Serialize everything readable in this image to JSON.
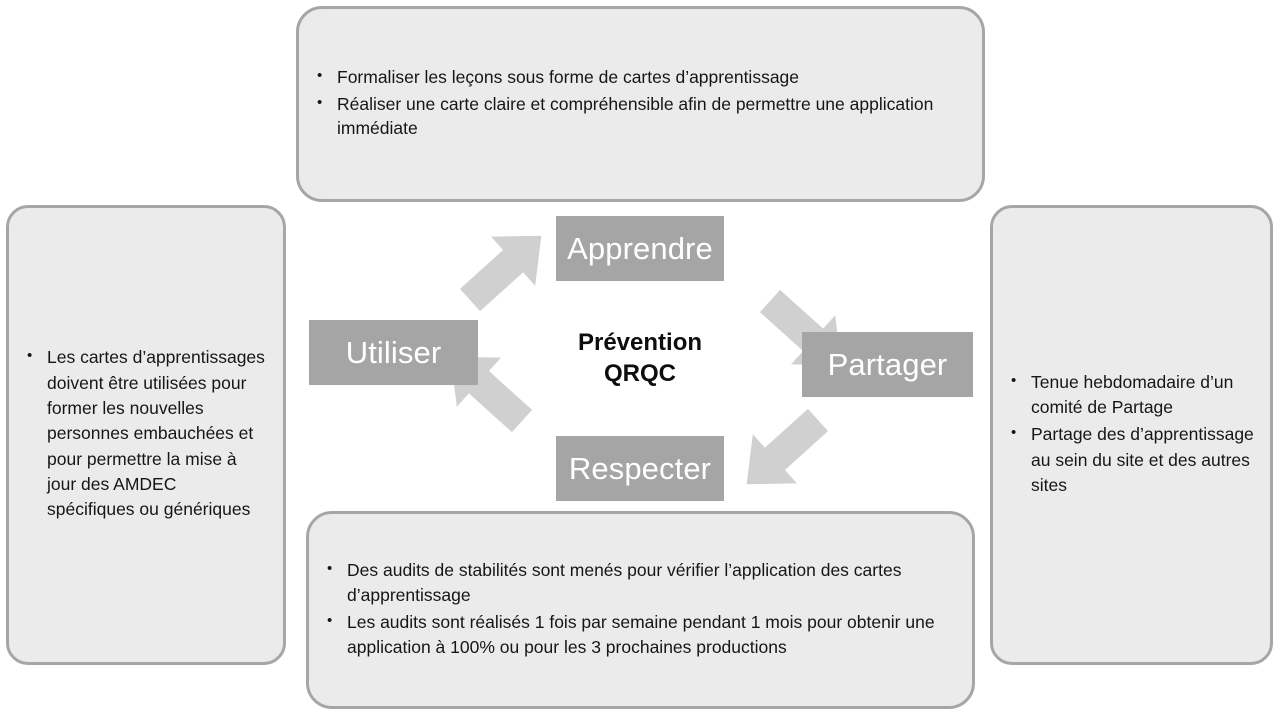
{
  "diagram": {
    "title": "Prévention QRQC",
    "colors": {
      "node_fill": "#a5a5a5",
      "node_text": "#ffffff",
      "callout_fill": "#ebebeb",
      "callout_border": "#a6a6a6",
      "arrow_fill": "#d0d0d0",
      "hub_text": "#0d0d0d"
    },
    "hub": {
      "line1": "Prévention",
      "line2": "QRQC"
    },
    "nodes": [
      {
        "id": "apprendre",
        "label": "Apprendre",
        "position": "top"
      },
      {
        "id": "partager",
        "label": "Partager",
        "position": "right"
      },
      {
        "id": "respecter",
        "label": "Respecter",
        "position": "bottom"
      },
      {
        "id": "utiliser",
        "label": "Utiliser",
        "position": "left"
      }
    ],
    "arrows": [
      {
        "id": "arrow-utiliser-to-apprendre",
        "from": "utiliser",
        "to": "apprendre",
        "direction": "up-right"
      },
      {
        "id": "arrow-apprendre-to-partager",
        "from": "apprendre",
        "to": "partager",
        "direction": "down-right"
      },
      {
        "id": "arrow-partager-to-respecter",
        "from": "partager",
        "to": "respecter",
        "direction": "down-left"
      },
      {
        "id": "arrow-respecter-to-utiliser",
        "from": "respecter",
        "to": "utiliser",
        "direction": "up-left"
      }
    ],
    "callouts": {
      "top": {
        "id": "callout-apprendre",
        "bullets": [
          "Formaliser les leçons sous forme de cartes d’apprentissage",
          "Réaliser une carte claire et compréhensible afin de permettre une application immédiate"
        ]
      },
      "right": {
        "id": "callout-partager",
        "bullets": [
          "Tenue hebdomadaire d’un comité de Partage",
          "Partage des d’apprentissage au sein du site et des autres sites"
        ]
      },
      "bottom": {
        "id": "callout-respecter",
        "bullets": [
          "Des audits de stabilités sont menés pour vérifier l’application des cartes d’apprentissage",
          "Les audits sont réalisés 1 fois par semaine pendant 1 mois pour obtenir une application à 100% ou pour les 3 prochaines productions"
        ]
      },
      "left": {
        "id": "callout-utiliser",
        "bullets": [
          "Les cartes d’apprentissages doivent être utilisées pour former les nouvelles personnes embauchées et pour permettre la mise à jour des AMDEC spécifiques ou génériques"
        ]
      }
    }
  }
}
